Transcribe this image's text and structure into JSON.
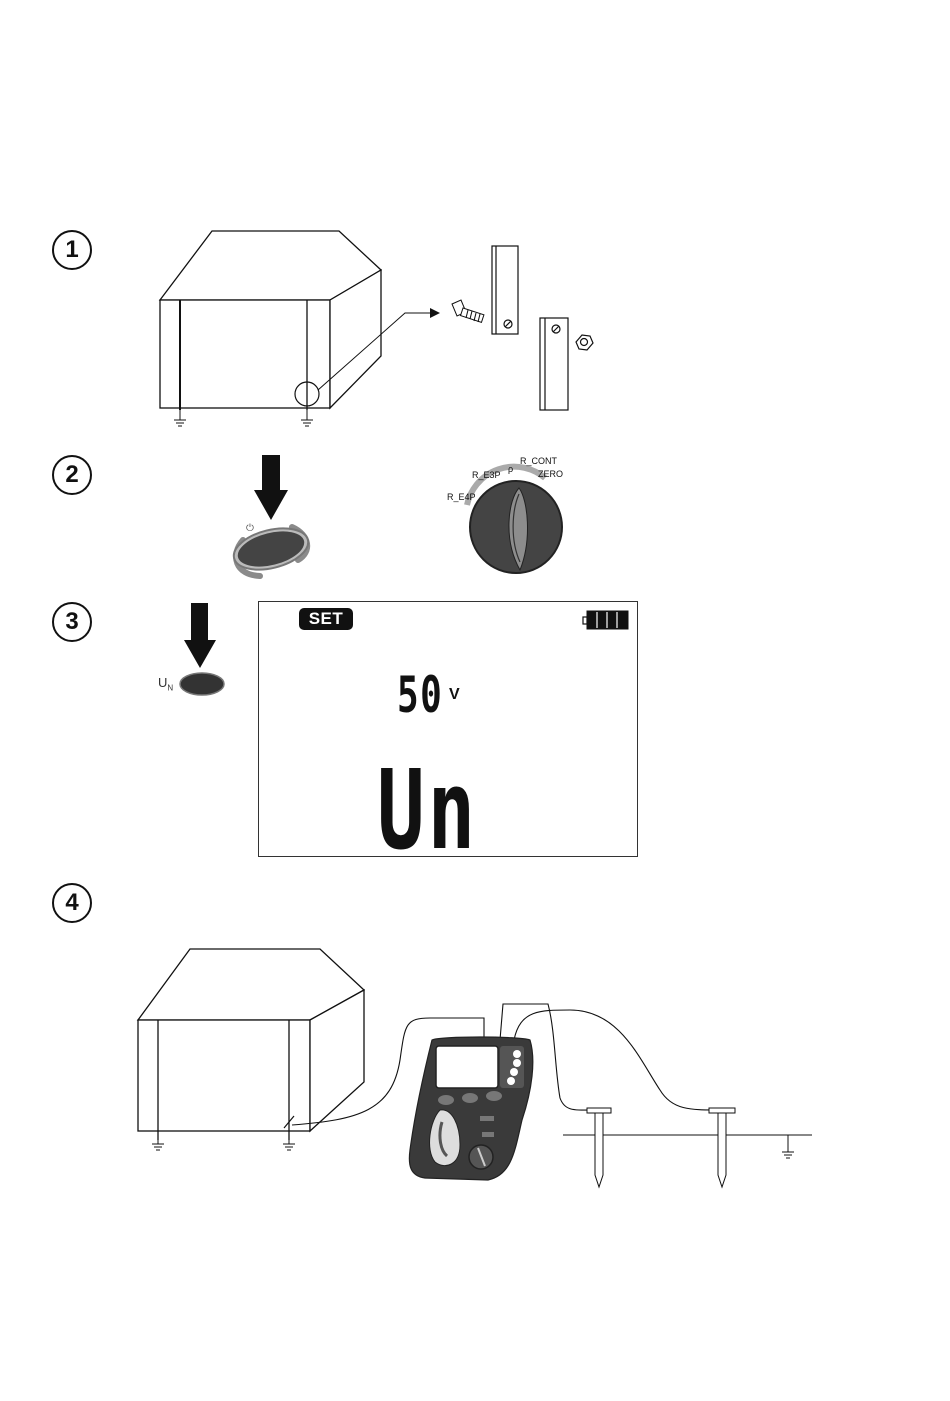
{
  "steps": [
    {
      "number": "1"
    },
    {
      "number": "2"
    },
    {
      "number": "3"
    },
    {
      "number": "4"
    }
  ],
  "step2": {
    "button_symbol": "⏻",
    "dial_labels": [
      "R_E4P",
      "R_E3P",
      "ρ",
      "R_CONT",
      "ZERO"
    ]
  },
  "step3": {
    "button_label_main": "U",
    "button_label_sub": "N",
    "lcd": {
      "status_badge": "SET",
      "value": "50",
      "unit": "V",
      "mode": "Un"
    }
  },
  "colors": {
    "ink": "#111111",
    "lcd_border": "#333333",
    "meter_body": "#3a3a3a",
    "button_fill": "#4a4a4a",
    "button_ring": "#8a8a8a"
  }
}
